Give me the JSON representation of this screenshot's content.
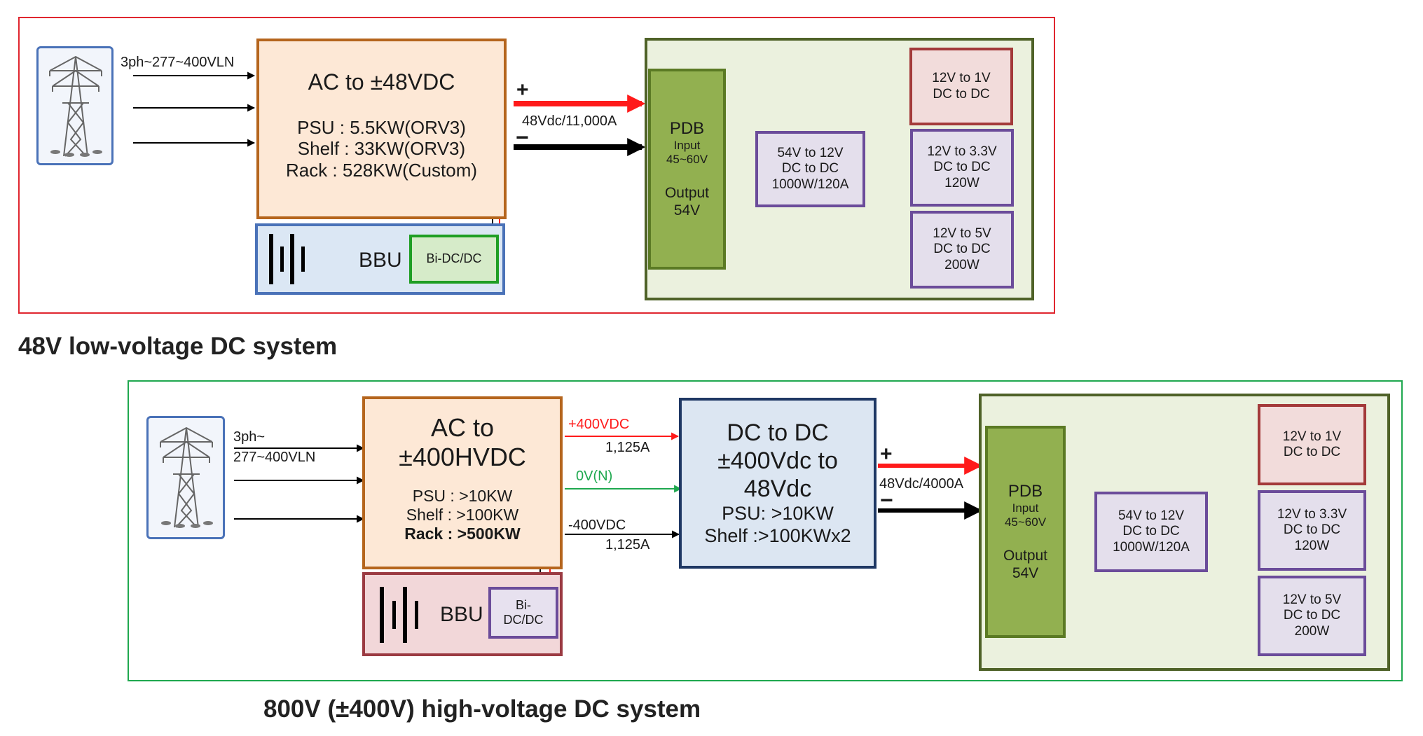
{
  "colors": {
    "frame_48v": "#e0262f",
    "frame_800v": "#1fa84f",
    "acdc_fill": "#fde8d6",
    "acdc_border": "#b5651d",
    "bbu1_fill": "#dbe7f4",
    "bbu1_border": "#4a72b8",
    "bbu2_fill": "#f2d7d9",
    "bbu2_border": "#9b3a42",
    "bidc1_fill": "#d6ebc9",
    "bidc1_border": "#1f9e24",
    "bidc2_fill": "#e7e1ef",
    "bidc2_border": "#6b4c9a",
    "pdb_area_fill": "#ebf1de",
    "pdb_area_border": "#4f6228",
    "pdb_fill": "#92b050",
    "pdb_border": "#5b7a24",
    "dcdc_fill": "#e4dfec",
    "dcdc_border": "#6b4c9a",
    "red_box_fill": "#f2dcdb",
    "red_box_border": "#a33a3a",
    "hv_dcdc_fill": "#dce6f2",
    "hv_dcdc_border": "#1f3864",
    "wire_red": "#ff1a1a",
    "wire_black": "#000000",
    "wire_green": "#1fa84f"
  },
  "sys48": {
    "caption": "48V low-voltage DC system",
    "grid_icon": "transmission-tower-icon",
    "input_label": "3ph~277~400VLN",
    "acdc": {
      "title": "AC to ±48VDC",
      "psu": "PSU : 5.5KW(ORV3)",
      "shelf": "Shelf : 33KW(ORV3)",
      "rack": "Rack : 528KW(Custom)"
    },
    "bbu": {
      "icon": "battery-icon",
      "label": "BBU",
      "bidc": "Bi-DC/DC"
    },
    "bus": {
      "plus": "+",
      "minus": "−",
      "label": "48Vdc/11,000A"
    },
    "pdb": {
      "title": "PDB",
      "input_label": "Input",
      "input_range": "45~60V",
      "output_label": "Output",
      "output_value": "54V"
    },
    "dcdc_main": [
      "54V to 12V",
      "DC to DC",
      "1000W/120A"
    ],
    "loads": [
      {
        "lines": [
          "12V to 1V",
          "DC to DC"
        ]
      },
      {
        "lines": [
          "12V to 3.3V",
          "DC to DC",
          "120W"
        ]
      },
      {
        "lines": [
          "12V to 5V",
          "DC to DC",
          "200W"
        ]
      }
    ]
  },
  "sys800": {
    "caption": "800V (±400V) high-voltage DC system",
    "grid_icon": "transmission-tower-icon",
    "input_label_1": "3ph~",
    "input_label_2": "277~400VLN",
    "acdc": {
      "title_1": "AC to",
      "title_2": "±400HVDC",
      "psu": "PSU : >10KW",
      "shelf": "Shelf : >100KW",
      "rack": "Rack : >500KW"
    },
    "bbu": {
      "icon": "battery-icon",
      "label": "BBU",
      "bidc_1": "Bi-",
      "bidc_2": "DC/DC"
    },
    "rails": {
      "pos_label": "+400VDC",
      "pos_current": "1,125A",
      "neutral_label": "0V(N)",
      "neg_label": "-400VDC",
      "neg_current": "1,125A"
    },
    "dcdc_hv": {
      "title_1": "DC to DC",
      "title_2": "±400Vdc to",
      "title_3": "48Vdc",
      "psu": "PSU: >10KW",
      "shelf": "Shelf :>100KWx2"
    },
    "bus": {
      "plus": "+",
      "minus": "−",
      "label": "48Vdc/4000A"
    },
    "pdb": {
      "title": "PDB",
      "input_label": "Input",
      "input_range": "45~60V",
      "output_label": "Output",
      "output_value": "54V"
    },
    "dcdc_main": [
      "54V to 12V",
      "DC to DC",
      "1000W/120A"
    ],
    "loads": [
      {
        "lines": [
          "12V to 1V",
          "DC to DC"
        ]
      },
      {
        "lines": [
          "12V to 3.3V",
          "DC to DC",
          "120W"
        ]
      },
      {
        "lines": [
          "12V to 5V",
          "DC to DC",
          "200W"
        ]
      }
    ]
  }
}
